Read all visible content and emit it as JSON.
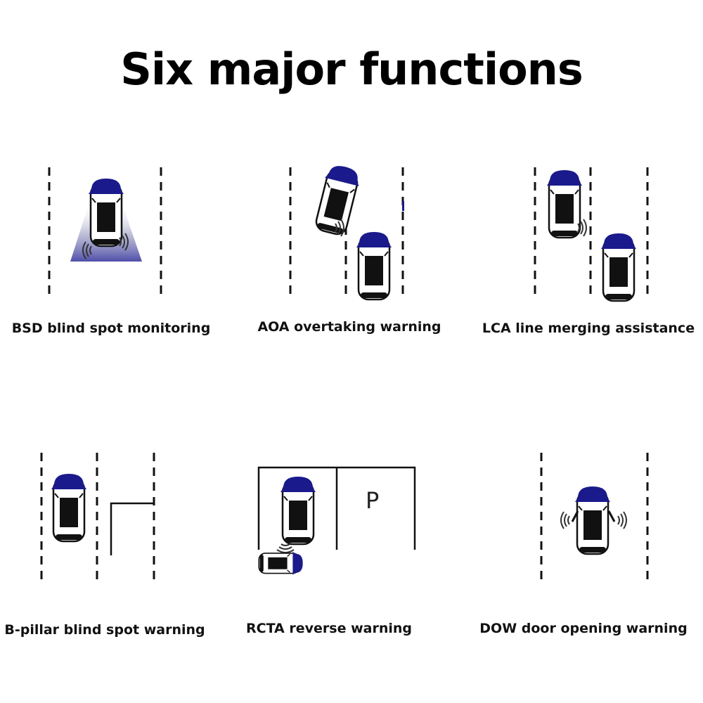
{
  "title": "Six major functions",
  "functions": [
    {
      "label": "BSD blind spot monitoring"
    },
    {
      "label": "AOA overtaking warning"
    },
    {
      "label": "LCA line merging assistance"
    },
    {
      "label": "B-pillar blind spot warning"
    },
    {
      "label": "RCTA reverse warning"
    },
    {
      "label": "DOW door opening warning"
    }
  ],
  "parking_sign": "P",
  "colors": {
    "car_roof": "#1a1a8c",
    "car_glass": "#111111",
    "car_body": "#ffffff",
    "lane_line": "#111111",
    "signal": "#333333",
    "radar_glow": "#3a3aa0"
  }
}
